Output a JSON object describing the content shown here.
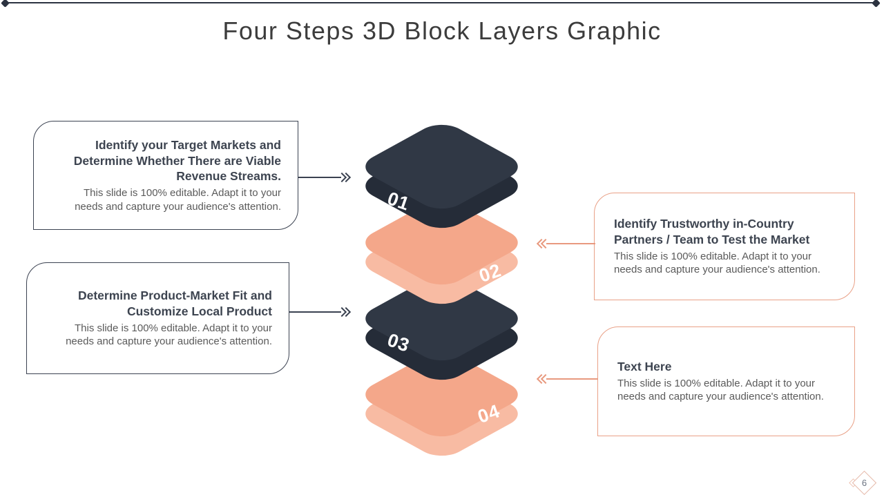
{
  "slide": {
    "title": "Four Steps 3D Block Layers Graphic",
    "page_number": "6"
  },
  "callouts": {
    "left": [
      {
        "title": "Identify your Target Markets and Determine Whether There are Viable Revenue Streams.",
        "body": "This slide is 100% editable. Adapt it to your needs and capture your audience's attention."
      },
      {
        "title": "Determine Product-Market Fit and Customize Local Product",
        "body": "This slide is 100% editable. Adapt it to your needs and capture your audience's attention."
      }
    ],
    "right": [
      {
        "title": "Identify Trustworthy in-Country Partners / Team to Test the Market",
        "body": "This slide is 100% editable. Adapt it to your needs and capture your audience's attention."
      },
      {
        "title": "Text Here",
        "body": "This slide is 100% editable. Adapt it to your needs and capture your audience's attention."
      }
    ]
  },
  "blocks": [
    {
      "label": "01",
      "color": "#303845"
    },
    {
      "label": "02",
      "color": "#f4a78a"
    },
    {
      "label": "03",
      "color": "#303845"
    },
    {
      "label": "04",
      "color": "#f4a78a"
    }
  ],
  "colors": {
    "dark_navy": "#2b3240",
    "peach_accent": "#e9a086",
    "title_text": "#3c3c3c",
    "body_text": "#5a5a5a"
  }
}
